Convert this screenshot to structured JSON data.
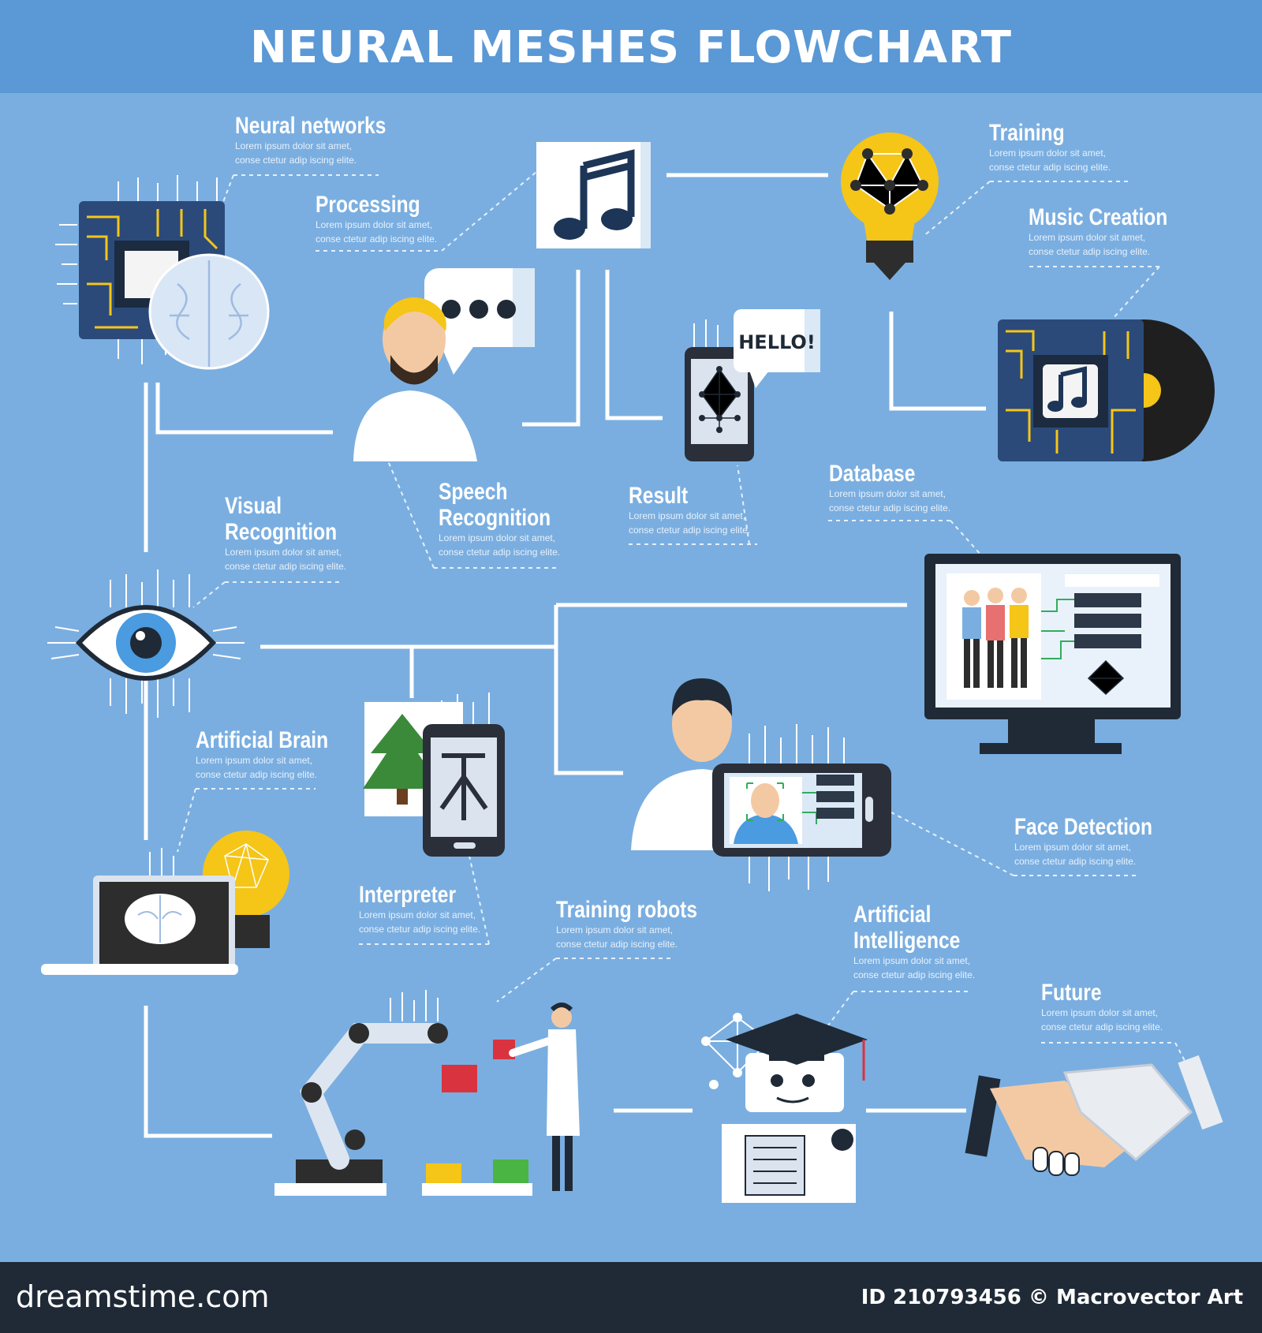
{
  "title": "NEURAL MESHES FLOWCHART",
  "footer": {
    "brand": "dreamstime.com",
    "credit": "ID 210793456 © Macrovector Art"
  },
  "labels": {
    "neural_networks": {
      "title": "Neural networks",
      "desc": "Lorem ipsum dolor sit amet, conse ctetur adip iscing elite."
    },
    "processing": {
      "title": "Processing",
      "desc": "Lorem ipsum dolor sit amet, conse ctetur adip iscing elite."
    },
    "training": {
      "title": "Training",
      "desc": "Lorem ipsum dolor sit amet, conse ctetur adip iscing elite."
    },
    "music_creation": {
      "title": "Music Creation",
      "desc": "Lorem ipsum dolor sit amet, conse ctetur adip iscing elite."
    },
    "visual_recognition": {
      "title": "Visual Recognition",
      "desc": "Lorem ipsum dolor sit amet, conse ctetur adip iscing elite."
    },
    "speech_recognition": {
      "title": "Speech Recognition",
      "desc": "Lorem ipsum dolor sit amet, conse ctetur adip iscing elite."
    },
    "result": {
      "title": "Result",
      "desc": "Lorem ipsum dolor sit amet, conse ctetur adip iscing elite."
    },
    "database": {
      "title": "Database",
      "desc": "Lorem ipsum dolor sit amet, conse ctetur adip iscing elite."
    },
    "artificial_brain": {
      "title": "Artificial Brain",
      "desc": "Lorem ipsum dolor sit amet, conse ctetur adip iscing elite."
    },
    "face_detection": {
      "title": "Face Detection",
      "desc": "Lorem ipsum dolor sit amet, conse ctetur adip iscing elite."
    },
    "interpreter": {
      "title": "Interpreter",
      "desc": "Lorem ipsum dolor sit amet, conse ctetur adip iscing elite."
    },
    "training_robots": {
      "title": "Training robots",
      "desc": "Lorem ipsum dolor sit amet, conse ctetur adip iscing elite."
    },
    "artificial_intelligence": {
      "title": "Artificial Intelligence",
      "desc": "Lorem ipsum dolor sit amet, conse ctetur adip iscing elite."
    },
    "future": {
      "title": "Future",
      "desc": "Lorem ipsum dolor sit amet, conse ctetur adip iscing elite."
    }
  },
  "speech_bubble": "HELLO!",
  "colors": {
    "background": "#7aaee0",
    "header": "#5a98d6",
    "footer": "#1f2a36",
    "accent_yellow": "#f5c518",
    "chip_blue": "#2b4a7a",
    "line": "#ffffff"
  }
}
